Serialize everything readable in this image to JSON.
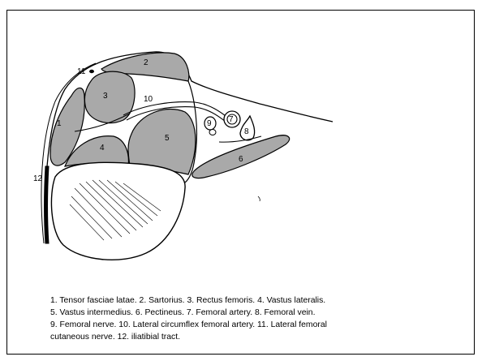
{
  "labels": {
    "n1": "1",
    "n2": "2",
    "n3": "3",
    "n4": "4",
    "n5": "5",
    "n6": "6",
    "n7": "7",
    "n8": "8",
    "n9": "9",
    "n10": "10",
    "n11": "11",
    "n12": "12"
  },
  "caption": {
    "line1": "1. Tensor fasciae latae. 2. Sartorius. 3. Rectus femoris. 4. Vastus lateralis.",
    "line2": "5. Vastus intermedius. 6. Pectineus. 7. Femoral artery.  8. Femoral vein.",
    "line3": "9. Femoral nerve. 10. Lateral circumflex femoral artery. 11. Lateral femoral",
    "line4": "cutaneous nerve. 12. iliatibial tract."
  },
  "colors": {
    "muscle_fill": "#a9a9a9",
    "outline": "#000000"
  }
}
